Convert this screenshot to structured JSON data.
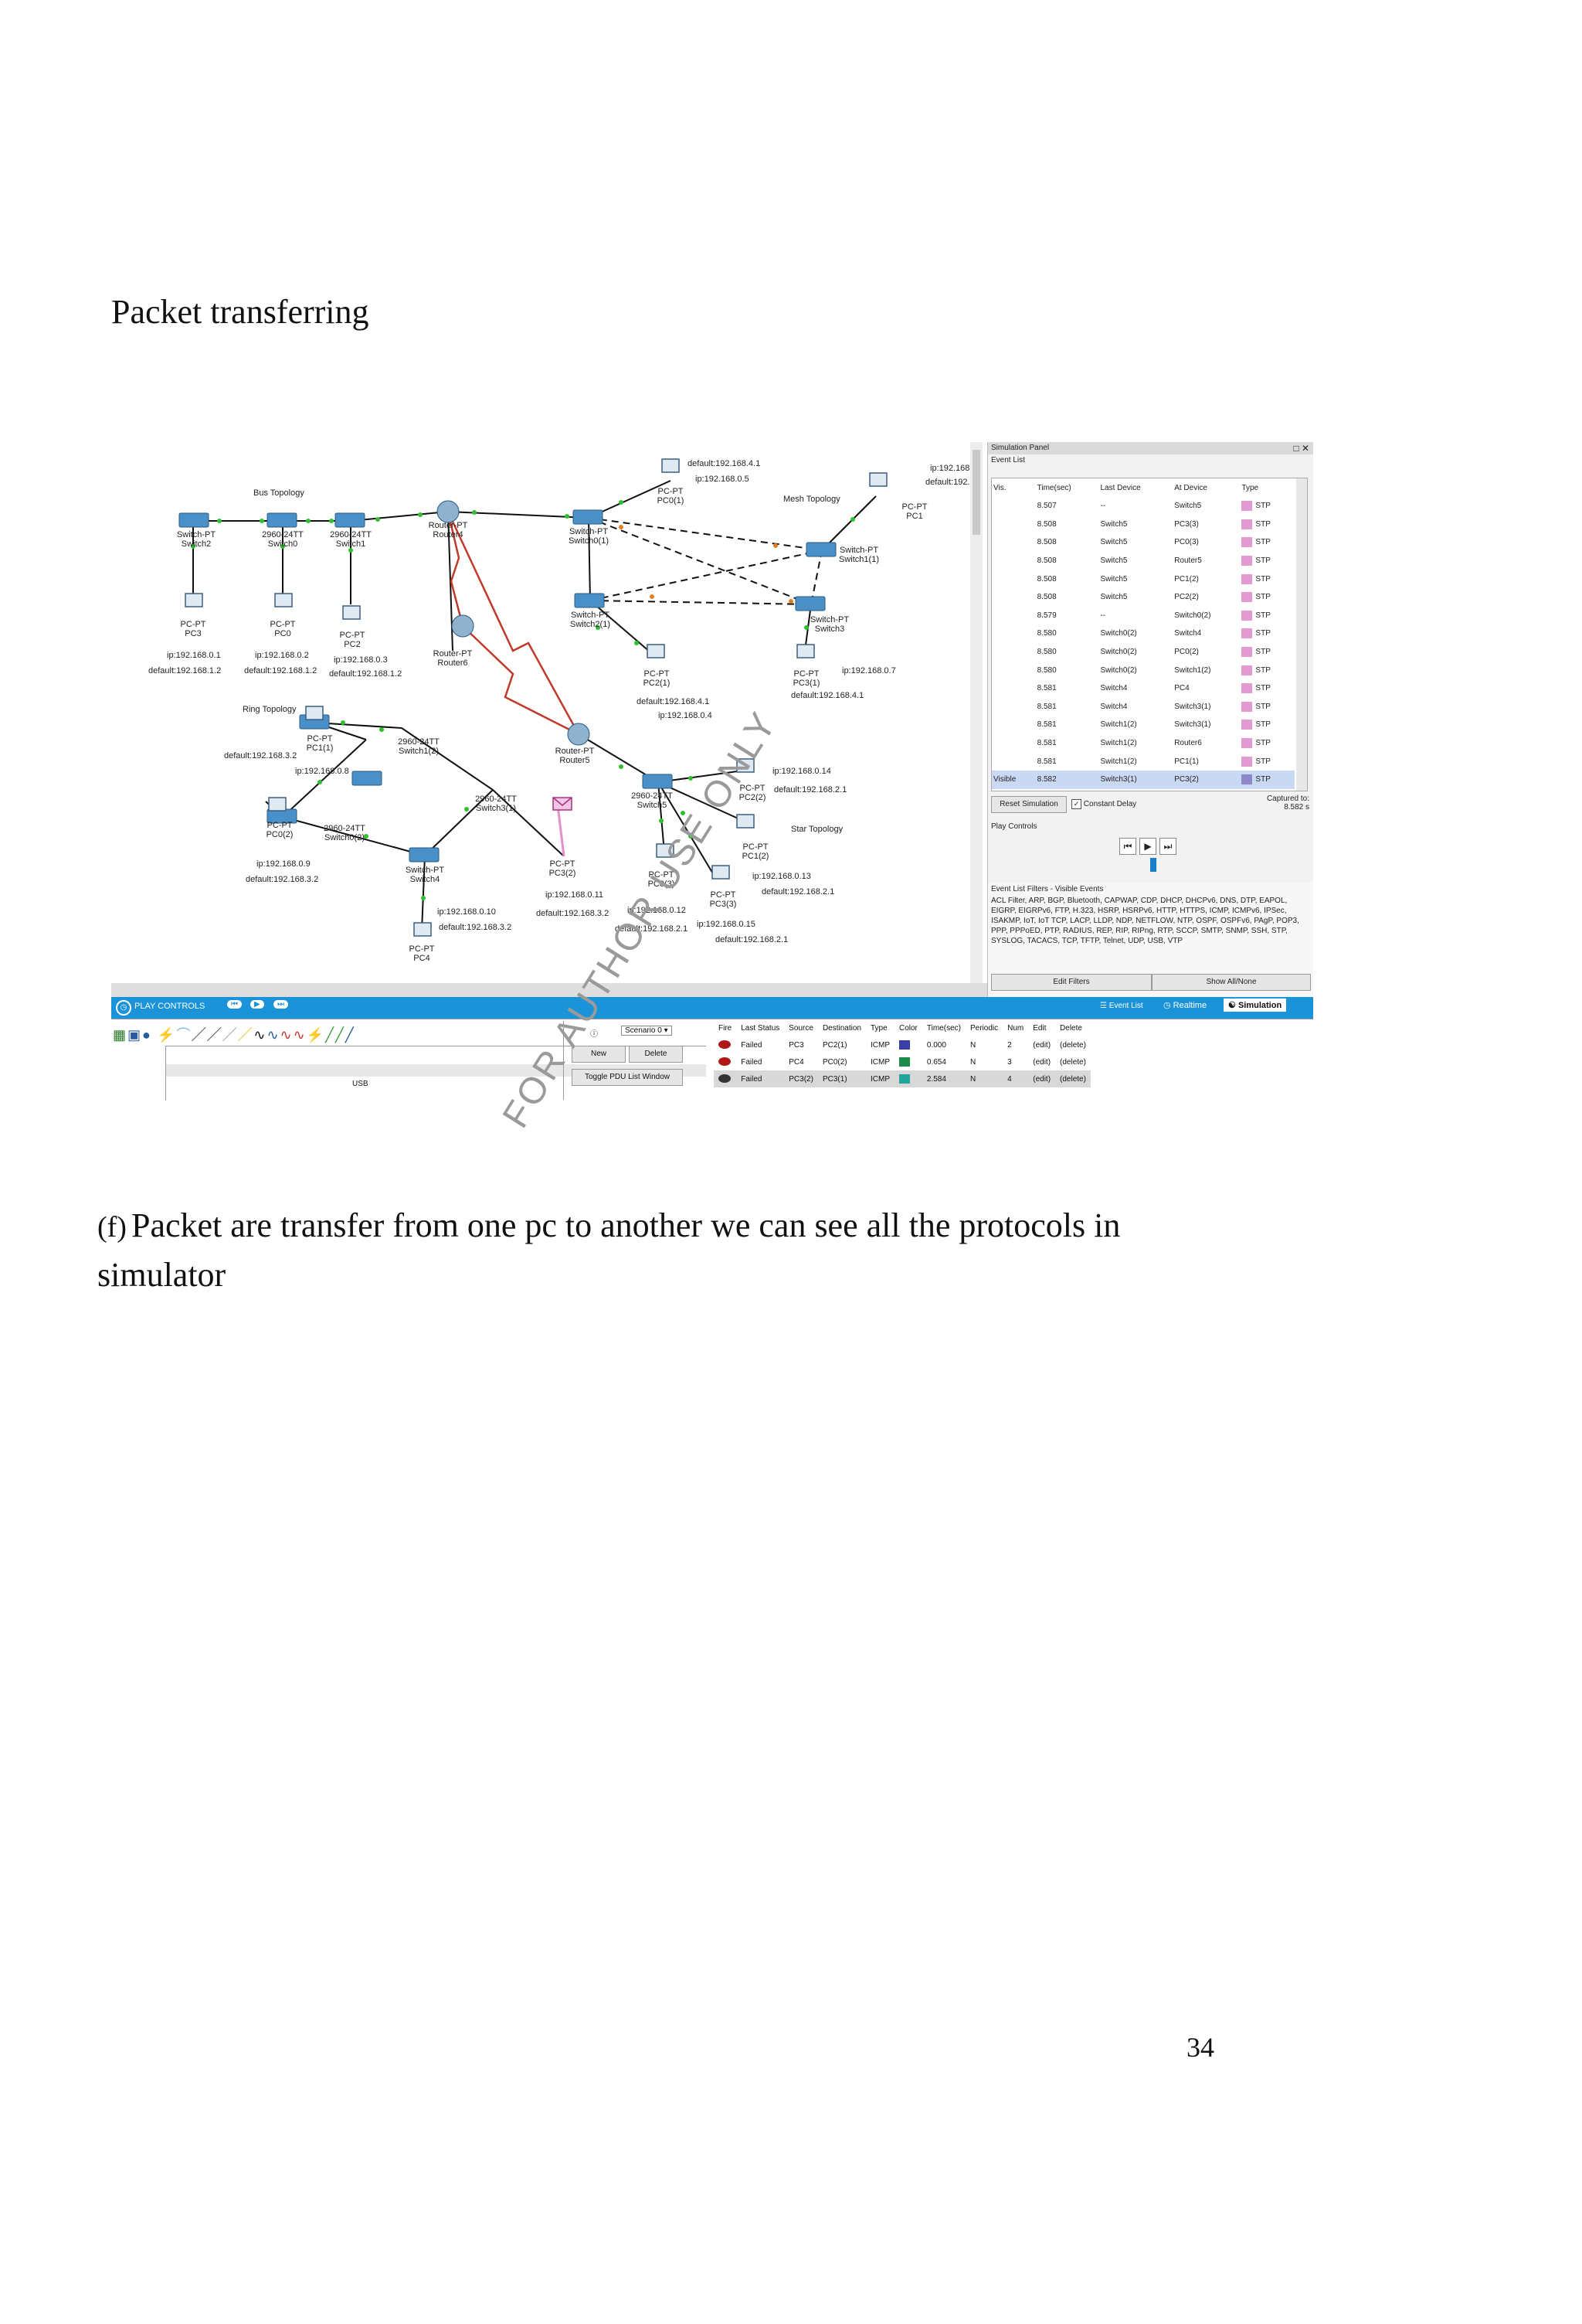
{
  "doc": {
    "heading": "Packet transferring",
    "caption_letter": "(f)",
    "caption_text": "Packet are transfer from one pc to another we can see all the protocols in simulator",
    "watermark": "FOR AUTHOR USE ONLY",
    "page_number": "34"
  },
  "workspace": {
    "topology_labels": {
      "bus": "Bus Topology",
      "mesh": "Mesh Topology",
      "ring": "Ring Topology",
      "star": "Star Topology"
    },
    "devices": [
      {
        "id": "sw2",
        "line1": "Switch-PT",
        "line2": "Switch2"
      },
      {
        "id": "sw0",
        "line1": "2960-24TT",
        "line2": "Switch0"
      },
      {
        "id": "sw1",
        "line1": "2960-24TT",
        "line2": "Switch1"
      },
      {
        "id": "r4",
        "line1": "Router-PT",
        "line2": "Router4"
      },
      {
        "id": "sw01",
        "line1": "Switch-PT",
        "line2": "Switch0(1)"
      },
      {
        "id": "pc01",
        "line1": "PC-PT",
        "line2": "PC0(1)"
      },
      {
        "id": "pc1",
        "line1": "PC-PT",
        "line2": "PC1"
      },
      {
        "id": "sw11",
        "line1": "Switch-PT",
        "line2": "Switch1(1)"
      },
      {
        "id": "sw21",
        "line1": "Switch-PT",
        "line2": "Switch2(1)"
      },
      {
        "id": "sw3",
        "line1": "Switch-PT",
        "line2": "Switch3"
      },
      {
        "id": "pc3",
        "line1": "PC-PT",
        "line2": "PC3"
      },
      {
        "id": "pc0",
        "line1": "PC-PT",
        "line2": "PC0"
      },
      {
        "id": "pc2",
        "line1": "PC-PT",
        "line2": "PC2"
      },
      {
        "id": "r6",
        "line1": "Router-PT",
        "line2": "Router6"
      },
      {
        "id": "pc21",
        "line1": "PC-PT",
        "line2": "PC2(1)"
      },
      {
        "id": "pc31",
        "line1": "PC-PT",
        "line2": "PC3(1)"
      },
      {
        "id": "pc11",
        "line1": "PC-PT",
        "line2": "PC1(1)"
      },
      {
        "id": "sw12",
        "line1": "2960-24TT",
        "line2": "Switch1(2)"
      },
      {
        "id": "r5",
        "line1": "Router-PT",
        "line2": "Router5"
      },
      {
        "id": "sw31",
        "line1": "2960-24TT",
        "line2": "Switch3(1)"
      },
      {
        "id": "pc02",
        "line1": "PC-PT",
        "line2": "PC0(2)"
      },
      {
        "id": "sw02",
        "line1": "2960-24TT",
        "line2": "Switch0(2)"
      },
      {
        "id": "sw4",
        "line1": "Switch-PT",
        "line2": "Switch4"
      },
      {
        "id": "pc32",
        "line1": "PC-PT",
        "line2": "PC3(2)"
      },
      {
        "id": "sw5",
        "line1": "2960-24TT",
        "line2": "Switch5"
      },
      {
        "id": "pc22",
        "line1": "PC-PT",
        "line2": "PC2(2)"
      },
      {
        "id": "pc12",
        "line1": "PC-PT",
        "line2": "PC1(2)"
      },
      {
        "id": "pc03",
        "line1": "PC-PT",
        "line2": "PC0(3)"
      },
      {
        "id": "pc33",
        "line1": "PC-PT",
        "line2": "PC3(3)"
      },
      {
        "id": "pc4",
        "line1": "PC-PT",
        "line2": "PC4"
      }
    ],
    "ip_labels": [
      {
        "id": "t1",
        "text": "default:192.168.4.1"
      },
      {
        "id": "t2",
        "text": "ip:192.168.0.5"
      },
      {
        "id": "t3",
        "text": "ip:192.168"
      },
      {
        "id": "t4",
        "text": "default:192."
      },
      {
        "id": "t5",
        "text": "ip:192.168.0.1"
      },
      {
        "id": "t6",
        "text": "default:192.168.1.2"
      },
      {
        "id": "t7",
        "text": "ip:192.168.0.2"
      },
      {
        "id": "t8",
        "text": "default:192.168.1.2"
      },
      {
        "id": "t9",
        "text": "ip:192.168.0.3"
      },
      {
        "id": "t10",
        "text": "default:192.168.1.2"
      },
      {
        "id": "t11",
        "text": "default:192.168.4.1"
      },
      {
        "id": "t12",
        "text": "ip:192.168.0.4"
      },
      {
        "id": "t13",
        "text": "ip:192.168.0.7"
      },
      {
        "id": "t14",
        "text": "default:192.168.4.1"
      },
      {
        "id": "t15",
        "text": "default:192.168.3.2"
      },
      {
        "id": "t16",
        "text": "ip:192.168.0.8"
      },
      {
        "id": "t17",
        "text": "ip:192.168.0.14"
      },
      {
        "id": "t18",
        "text": "default:192.168.2.1"
      },
      {
        "id": "t19",
        "text": "ip:192.168.0.9"
      },
      {
        "id": "t20",
        "text": "default:192.168.3.2"
      },
      {
        "id": "t21",
        "text": "ip:192.168.0.13"
      },
      {
        "id": "t22",
        "text": "default:192.168.2.1"
      },
      {
        "id": "t23",
        "text": "ip:192.168.0.11"
      },
      {
        "id": "t24",
        "text": "default:192.168.3.2"
      },
      {
        "id": "t25",
        "text": "ip:192.168.0.12"
      },
      {
        "id": "t26",
        "text": "default:192.168.2.1"
      },
      {
        "id": "t27",
        "text": "ip:192.168.0.10"
      },
      {
        "id": "t28",
        "text": "default:192.168.3.2"
      },
      {
        "id": "t29",
        "text": "ip:192.168.0.15"
      },
      {
        "id": "t30",
        "text": "default:192.168.2.1"
      }
    ]
  },
  "sim_panel": {
    "title": "Simulation Panel",
    "event_list_label": "Event List",
    "columns": [
      "Vis.",
      "Time(sec)",
      "Last Device",
      "At Device",
      "Type"
    ],
    "events": [
      {
        "vis": "",
        "time": "8.507",
        "last": "--",
        "at": "Switch5",
        "type": "STP"
      },
      {
        "vis": "",
        "time": "8.508",
        "last": "Switch5",
        "at": "PC3(3)",
        "type": "STP"
      },
      {
        "vis": "",
        "time": "8.508",
        "last": "Switch5",
        "at": "PC0(3)",
        "type": "STP"
      },
      {
        "vis": "",
        "time": "8.508",
        "last": "Switch5",
        "at": "Router5",
        "type": "STP"
      },
      {
        "vis": "",
        "time": "8.508",
        "last": "Switch5",
        "at": "PC1(2)",
        "type": "STP"
      },
      {
        "vis": "",
        "time": "8.508",
        "last": "Switch5",
        "at": "PC2(2)",
        "type": "STP"
      },
      {
        "vis": "",
        "time": "8.579",
        "last": "--",
        "at": "Switch0(2)",
        "type": "STP"
      },
      {
        "vis": "",
        "time": "8.580",
        "last": "Switch0(2)",
        "at": "Switch4",
        "type": "STP"
      },
      {
        "vis": "",
        "time": "8.580",
        "last": "Switch0(2)",
        "at": "PC0(2)",
        "type": "STP"
      },
      {
        "vis": "",
        "time": "8.580",
        "last": "Switch0(2)",
        "at": "Switch1(2)",
        "type": "STP"
      },
      {
        "vis": "",
        "time": "8.581",
        "last": "Switch4",
        "at": "PC4",
        "type": "STP"
      },
      {
        "vis": "",
        "time": "8.581",
        "last": "Switch4",
        "at": "Switch3(1)",
        "type": "STP"
      },
      {
        "vis": "",
        "time": "8.581",
        "last": "Switch1(2)",
        "at": "Switch3(1)",
        "type": "STP"
      },
      {
        "vis": "",
        "time": "8.581",
        "last": "Switch1(2)",
        "at": "Router6",
        "type": "STP"
      },
      {
        "vis": "",
        "time": "8.581",
        "last": "Switch1(2)",
        "at": "PC1(1)",
        "type": "STP"
      },
      {
        "vis": "Visible",
        "time": "8.582",
        "last": "Switch3(1)",
        "at": "PC3(2)",
        "type": "STP"
      }
    ],
    "reset_label": "Reset Simulation",
    "constant_delay_label": "Constant Delay",
    "captured_label": "Captured to:",
    "captured_value": "8.582 s",
    "play_controls_label": "Play Controls",
    "filters_label": "Event List Filters - Visible Events",
    "filters_text": "ACL Filter, ARP, BGP, Bluetooth, CAPWAP, CDP, DHCP, DHCPv6, DNS, DTP, EAPOL, EIGRP, EIGRPv6, FTP, H.323, HSRP, HSRPv6, HTTP, HTTPS, ICMP, ICMPv6, IPSec, ISAKMP, IoT, IoT TCP, LACP, LLDP, NDP, NETFLOW, NTP, OSPF, OSPFv6, PAgP, POP3, PPP, PPPoED, PTP, RADIUS, REP, RIP, RIPng, RTP, SCCP, SMTP, SNMP, SSH, STP, SYSLOG, TACACS, TCP, TFTP, Telnet, UDP, USB, VTP",
    "edit_filters": "Edit Filters",
    "show_all": "Show All/None"
  },
  "toolbar": {
    "play_controls": "PLAY CONTROLS",
    "event_list": "Event List",
    "realtime": "Realtime",
    "simulation": "Simulation"
  },
  "bottom": {
    "usb_label": "USB",
    "scenario": "Scenario 0",
    "new": "New",
    "delete": "Delete",
    "toggle_pdu": "Toggle PDU List Window",
    "pdu_columns": [
      "Fire",
      "Last Status",
      "Source",
      "Destination",
      "Type",
      "Color",
      "Time(sec)",
      "Periodic",
      "Num",
      "Edit",
      "Delete"
    ],
    "pdus": [
      {
        "status": "Failed",
        "source": "PC3",
        "dest": "PC2(1)",
        "type": "ICMP",
        "color": "#3a3fa8",
        "time": "0.000",
        "periodic": "N",
        "num": "2",
        "edit": "(edit)",
        "delete": "(delete)"
      },
      {
        "status": "Failed",
        "source": "PC4",
        "dest": "PC0(2)",
        "type": "ICMP",
        "color": "#1c8a4a",
        "time": "0.654",
        "periodic": "N",
        "num": "3",
        "edit": "(edit)",
        "delete": "(delete)"
      },
      {
        "status": "Failed",
        "source": "PC3(2)",
        "dest": "PC3(1)",
        "type": "ICMP",
        "color": "#22a59a",
        "time": "2.584",
        "periodic": "N",
        "num": "4",
        "edit": "(edit)",
        "delete": "(delete)"
      }
    ]
  }
}
